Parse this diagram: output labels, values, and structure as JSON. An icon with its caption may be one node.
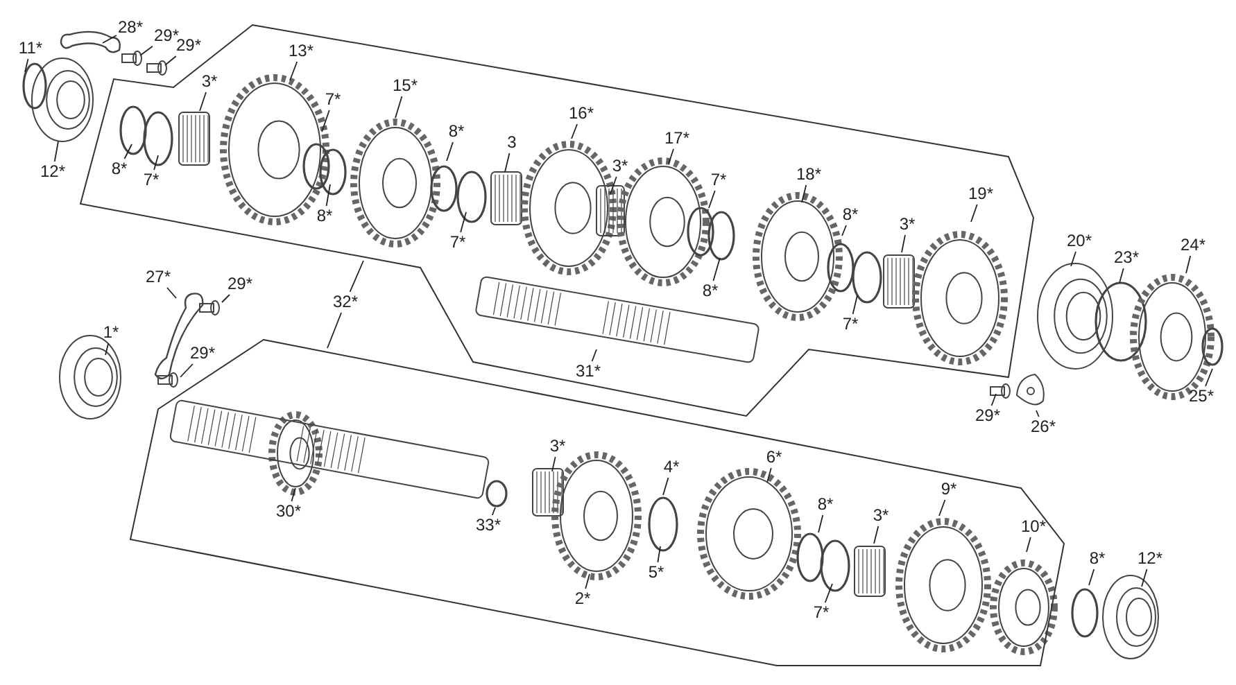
{
  "diagram": {
    "nodes": [
      {
        "text": [
          "28*"
        ]
      },
      {
        "text": [
          "29*"
        ]
      },
      {
        "text": [
          "29*"
        ]
      },
      {
        "text": [
          "11*"
        ]
      },
      {
        "text": [
          "13*"
        ]
      },
      {
        "text": [
          "3*"
        ]
      },
      {
        "text": [
          "7*"
        ]
      },
      {
        "text": [
          "15*"
        ]
      },
      {
        "text": [
          "8*"
        ]
      },
      {
        "text": [
          "7*"
        ]
      },
      {
        "text": [
          "12*"
        ]
      },
      {
        "text": [
          "8*"
        ]
      },
      {
        "text": [
          "8*"
        ]
      },
      {
        "text": [
          "3"
        ]
      },
      {
        "text": [
          "16*"
        ]
      },
      {
        "text": [
          "3*"
        ]
      },
      {
        "text": [
          "17*"
        ]
      },
      {
        "text": [
          "7*"
        ]
      },
      {
        "text": [
          "7*"
        ]
      },
      {
        "text": [
          "8*"
        ]
      },
      {
        "text": [
          "18*"
        ]
      },
      {
        "text": [
          "8*"
        ]
      },
      {
        "text": [
          "3*"
        ]
      },
      {
        "text": [
          "19*"
        ]
      },
      {
        "text": [
          "7*"
        ]
      },
      {
        "text": [
          "20*"
        ]
      },
      {
        "text": [
          "23*"
        ]
      },
      {
        "text": [
          "24*"
        ]
      },
      {
        "text": [
          "31*"
        ]
      },
      {
        "text": [
          "27*"
        ]
      },
      {
        "text": [
          "29*"
        ]
      },
      {
        "text": [
          "32*"
        ]
      },
      {
        "text": [
          "1*"
        ]
      },
      {
        "text": [
          "29*"
        ]
      },
      {
        "text": [
          "29*"
        ]
      },
      {
        "text": [
          "26*"
        ]
      },
      {
        "text": [
          "25*"
        ]
      },
      {
        "text": [
          "30*"
        ]
      },
      {
        "text": [
          "3*"
        ]
      },
      {
        "text": [
          "4*"
        ]
      },
      {
        "text": [
          "6*"
        ]
      },
      {
        "text": [
          "33*"
        ]
      },
      {
        "text": [
          "5*"
        ]
      },
      {
        "text": [
          "2*"
        ]
      },
      {
        "text": [
          "8*"
        ]
      },
      {
        "text": [
          "3*"
        ]
      },
      {
        "text": [
          "9*"
        ]
      },
      {
        "text": [
          "10*"
        ]
      },
      {
        "text": [
          "7*"
        ]
      },
      {
        "text": [
          "8*"
        ]
      },
      {
        "text": [
          "12*"
        ]
      }
    ],
    "edges": [
      {
        "from": 0,
        "to": null,
        "arrow": "none"
      },
      {
        "from": 1,
        "to": null,
        "arrow": "none"
      },
      {
        "from": 2,
        "to": null,
        "arrow": "none"
      },
      {
        "from": 3,
        "to": null,
        "arrow": "none"
      },
      {
        "from": 4,
        "to": null,
        "arrow": "none"
      },
      {
        "from": 5,
        "to": null,
        "arrow": "none"
      },
      {
        "from": 6,
        "to": null,
        "arrow": "none"
      },
      {
        "from": 7,
        "to": null,
        "arrow": "none"
      },
      {
        "from": 8,
        "to": null,
        "arrow": "none"
      },
      {
        "from": 9,
        "to": null,
        "arrow": "none"
      },
      {
        "from": 10,
        "to": null,
        "arrow": "none"
      },
      {
        "from": 11,
        "to": null,
        "arrow": "none"
      },
      {
        "from": 12,
        "to": null,
        "arrow": "none"
      },
      {
        "from": 13,
        "to": null,
        "arrow": "none"
      },
      {
        "from": 14,
        "to": null,
        "arrow": "none"
      },
      {
        "from": 15,
        "to": null,
        "arrow": "none"
      },
      {
        "from": 16,
        "to": null,
        "arrow": "none"
      },
      {
        "from": 17,
        "to": null,
        "arrow": "none"
      },
      {
        "from": 18,
        "to": null,
        "arrow": "none"
      },
      {
        "from": 19,
        "to": null,
        "arrow": "none"
      },
      {
        "from": 20,
        "to": null,
        "arrow": "none"
      },
      {
        "from": 21,
        "to": null,
        "arrow": "none"
      },
      {
        "from": 22,
        "to": null,
        "arrow": "none"
      },
      {
        "from": 23,
        "to": null,
        "arrow": "none"
      },
      {
        "from": 24,
        "to": null,
        "arrow": "none"
      },
      {
        "from": 25,
        "to": null,
        "arrow": "none"
      },
      {
        "from": 26,
        "to": null,
        "arrow": "none"
      },
      {
        "from": 27,
        "to": null,
        "arrow": "none"
      },
      {
        "from": 28,
        "to": null,
        "arrow": "none"
      },
      {
        "from": 29,
        "to": null,
        "arrow": "none"
      },
      {
        "from": 30,
        "to": null,
        "arrow": "none"
      },
      {
        "from": 31,
        "to": null,
        "arrow": "none"
      },
      {
        "from": 31,
        "to": null,
        "arrow": "none"
      },
      {
        "from": 32,
        "to": null,
        "arrow": "none"
      },
      {
        "from": 33,
        "to": null,
        "arrow": "none"
      },
      {
        "from": 34,
        "to": null,
        "arrow": "none"
      },
      {
        "from": 35,
        "to": null,
        "arrow": "none"
      },
      {
        "from": 36,
        "to": null,
        "arrow": "none"
      },
      {
        "from": 37,
        "to": null,
        "arrow": "none"
      },
      {
        "from": 38,
        "to": null,
        "arrow": "none"
      },
      {
        "from": 39,
        "to": null,
        "arrow": "none"
      },
      {
        "from": 40,
        "to": null,
        "arrow": "none"
      },
      {
        "from": 41,
        "to": null,
        "arrow": "none"
      },
      {
        "from": 42,
        "to": null,
        "arrow": "none"
      },
      {
        "from": 43,
        "to": null,
        "arrow": "none"
      },
      {
        "from": 44,
        "to": null,
        "arrow": "none"
      },
      {
        "from": 45,
        "to": null,
        "arrow": "none"
      },
      {
        "from": 46,
        "to": null,
        "arrow": "none"
      },
      {
        "from": 47,
        "to": null,
        "arrow": "none"
      },
      {
        "from": 48,
        "to": null,
        "arrow": "none"
      },
      {
        "from": 49,
        "to": null,
        "arrow": "none"
      },
      {
        "from": 50,
        "to": null,
        "arrow": "none"
      }
    ]
  }
}
